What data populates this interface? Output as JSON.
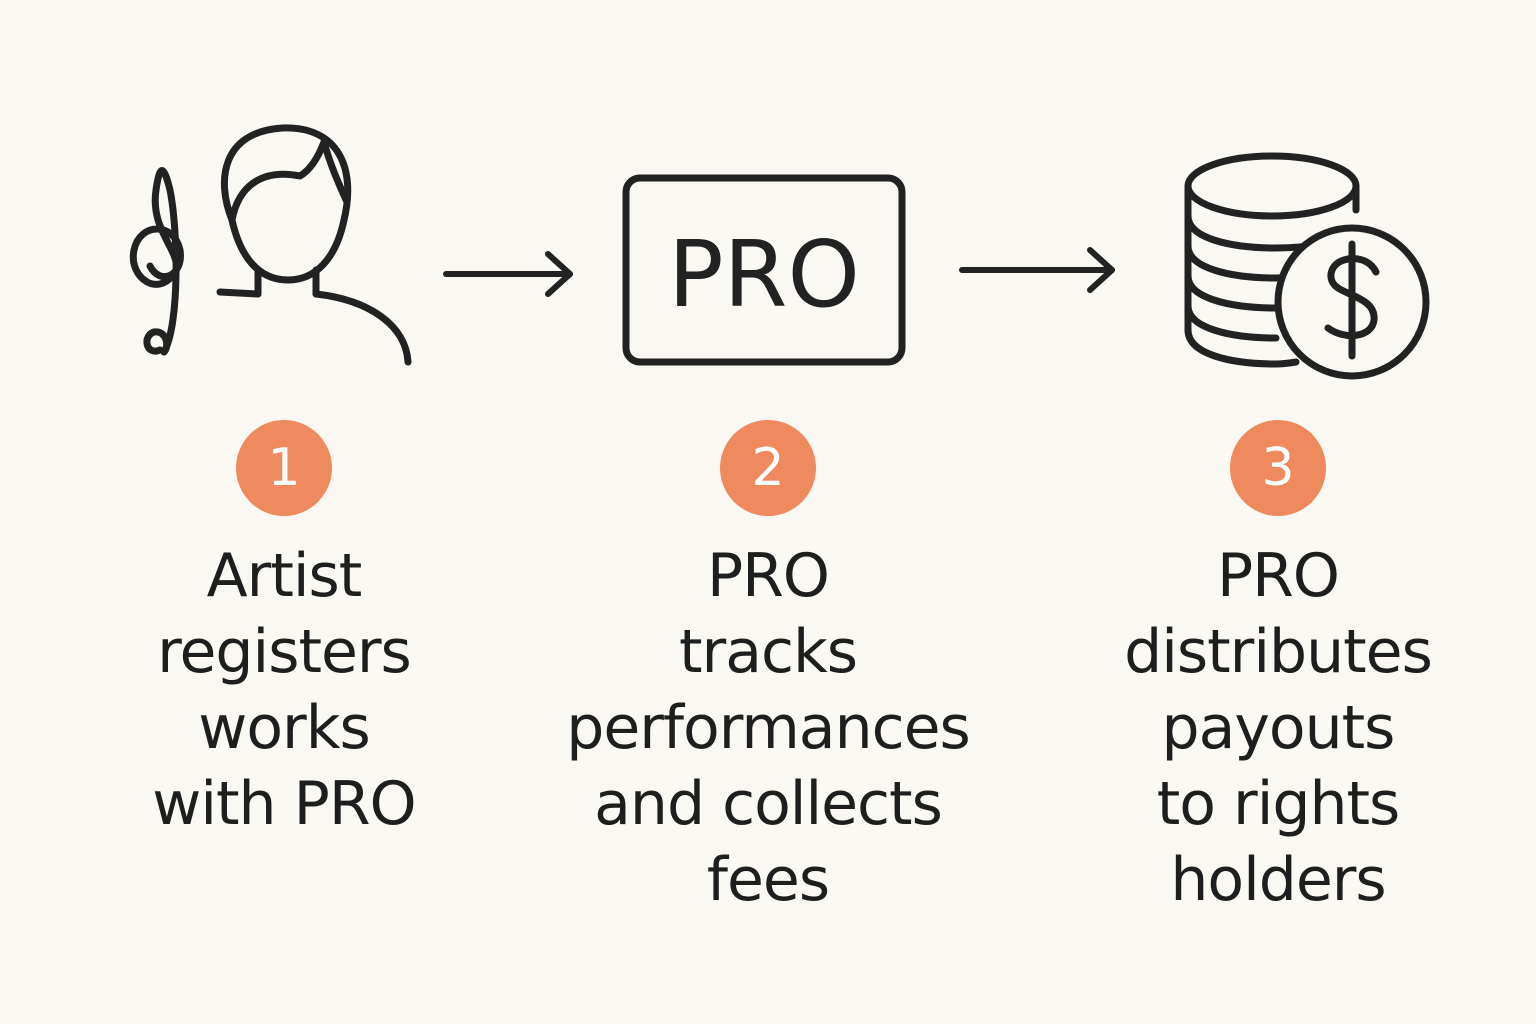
{
  "colors": {
    "background": "#faf8f3",
    "accent": "#ef8a5f",
    "ink": "#222222"
  },
  "steps": [
    {
      "number": "1",
      "icon": "artist-with-treble-clef-icon",
      "lines": [
        "Artist",
        "registers",
        "works",
        "with PRO"
      ]
    },
    {
      "number": "2",
      "icon": "pro-box-icon",
      "box_label": "PRO",
      "lines": [
        "PRO",
        "tracks",
        "performances",
        "and collects",
        "fees"
      ]
    },
    {
      "number": "3",
      "icon": "coins-dollar-icon",
      "lines": [
        "PRO",
        "distributes",
        "payouts",
        "to rights",
        "holders"
      ]
    }
  ],
  "connectors": [
    "arrow-right-icon",
    "arrow-right-icon"
  ]
}
